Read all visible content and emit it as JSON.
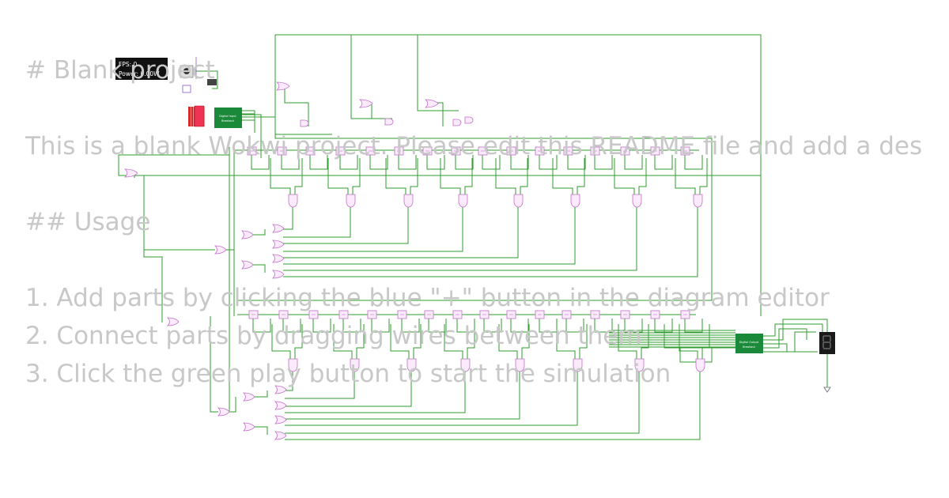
{
  "readme": {
    "title": "# Blank project",
    "description": "This is a blank Wokwi project. Please edit this README file and add a description of your design.",
    "usage_heading": "## Usage",
    "steps": [
      "1. Add parts by clicking the blue \"+\" button in the diagram editor",
      "2. Connect parts by dragging wires between them",
      "3. Click the green play button to start the simulation"
    ]
  },
  "sim_status": {
    "fps": "FPS: 0",
    "power": "Power: 0.00W"
  },
  "breakouts": {
    "input": {
      "line1": "Digital Input",
      "line2": "Breakout"
    },
    "output": {
      "line1": "Digital Output",
      "line2": "Breakout"
    }
  },
  "colors": {
    "wire": "#2e9e2e",
    "gate_fill": "#fbeafb",
    "gate_stroke": "#c070c8",
    "breakout_board": "#1a8a3a",
    "dip_switch": "#d42a2a",
    "readme_text": "#c8c8c8"
  },
  "icons": [
    "pushbutton-icon",
    "slide-switch-icon",
    "dip-switch-icon",
    "seven-segment-display-icon",
    "ground-icon"
  ]
}
